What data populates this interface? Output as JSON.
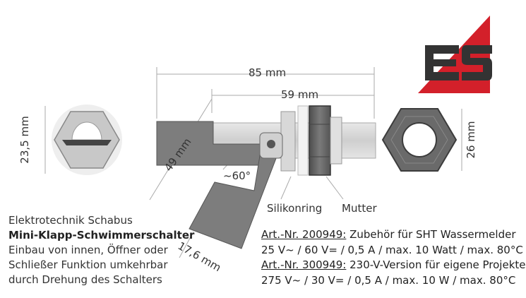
{
  "dimensions": {
    "length_total": "85 mm",
    "length_thread": "59 mm",
    "float_length": "49 mm",
    "angle": "~60°",
    "float_width": "17,6 mm",
    "side_diameter": "23,5 mm",
    "nut_size": "26 mm"
  },
  "labels": {
    "silicone_ring": "Silikonring",
    "nut": "Mutter"
  },
  "logo": {
    "text": "ES",
    "accent_color": "#d3202a",
    "text_color": "#333333"
  },
  "info": {
    "company": "Elektrotechnik Schabus",
    "product": "Mini-Klapp-Schwimmerschalter",
    "desc_line1": "Einbau von innen, Öffner oder",
    "desc_line2": "Schließer Funktion umkehrbar",
    "desc_line3": "durch Drehung des Schalters"
  },
  "articles": [
    {
      "prefix": "Art.-Nr. 200949:",
      "desc": " Zubehör für SHT Wassermelder",
      "spec": "25 V~ / 60 V= / 0,5 A / max. 10 Watt / max. 80°C"
    },
    {
      "prefix": "Art.-Nr. 300949:",
      "desc": " 230-V-Version für eigene Projekte",
      "spec": "275 V~ / 30 V= / 0,5 A / max. 10 W / max. 80°C"
    }
  ]
}
